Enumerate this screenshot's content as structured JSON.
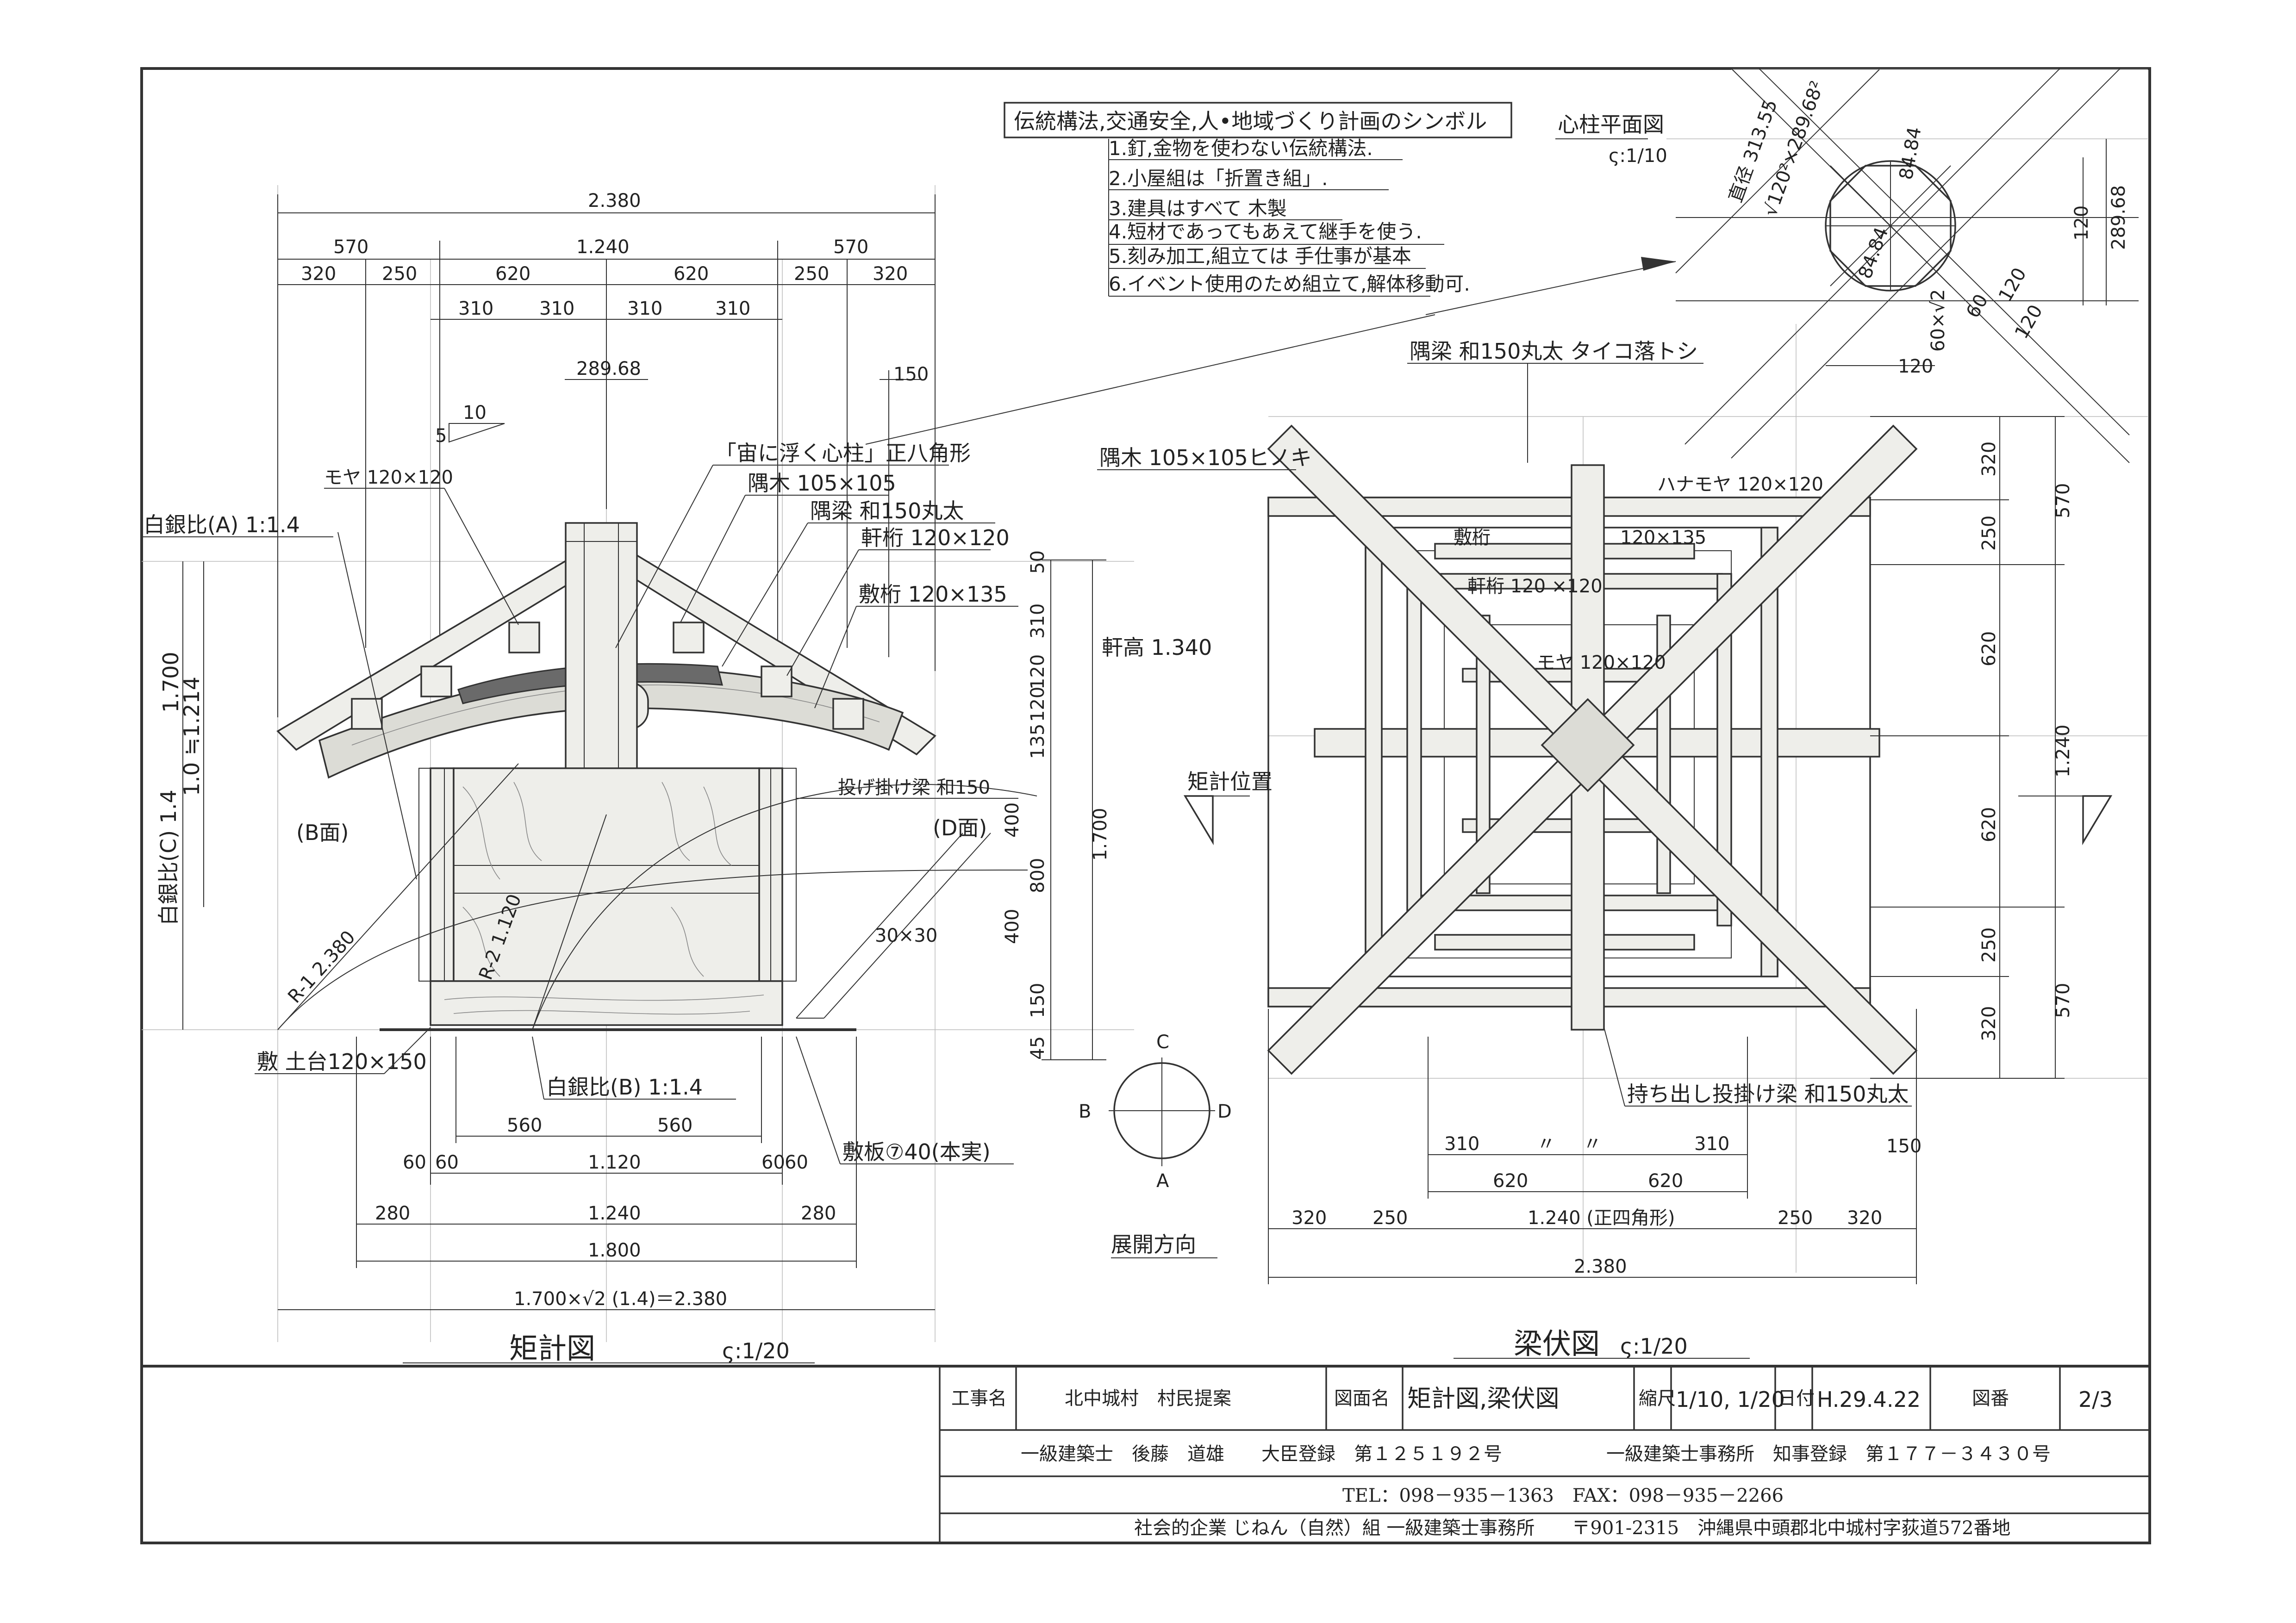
{
  "notes": {
    "title": "伝統構法,交通安全,人•地域づくり計画のシンボル",
    "items": [
      "1.釘,金物を使わない伝統構法.",
      "2.小屋組は「折置き組」.",
      "3.建具はすべて 木製",
      "4.短材であってもあえて継手を使う.",
      "5.刻み加工,組立ては 手仕事が基本",
      "6.イベント使用のため組立て,解体移動可."
    ]
  },
  "column_plan": {
    "title": "心柱平面図",
    "scale": "ς:1/10",
    "labels": [
      "直径 313.55",
      "√120²×289.68²",
      "84.84",
      "84.84",
      "120",
      "289.68",
      "120",
      "60×√2",
      "60",
      "120",
      "120"
    ]
  },
  "section_view": {
    "title": "矩計図",
    "scale": "ς:1/20",
    "top_dims": [
      "2.380",
      "570",
      "1.240",
      "570",
      "320",
      "250",
      "620",
      "620",
      "250",
      "320",
      "310",
      "310",
      "310",
      "310",
      "289.68",
      "150"
    ],
    "slope": [
      "10",
      "5"
    ],
    "labels": {
      "moya": "モヤ 120×120",
      "ratio_a": "白銀比(A) 1:1.4",
      "ratio_c": "白銀比(C) 1.4",
      "ratio_c_calc": "1.0 ≒1.214",
      "height_1700": "1.700",
      "shin_bashira": "「宙に浮く心柱」正八角形",
      "sumigi": "隅木 105×105",
      "sumi_hari": "隅梁 和150丸太",
      "nokigeta": "軒桁 120×120",
      "shikigeta": "敷桁 120×135",
      "nokidaka": "軒高 1.340",
      "nageire": "投げ掛け梁 和150",
      "face_b": "(B面)",
      "face_d": "(D面)",
      "r1": "R-1 2.380",
      "r2": "R-2 1.120",
      "sq": "30×30",
      "dodai": "敷 土台120×150",
      "ratio_b": "白銀比(B) 1:1.4",
      "shikiita": "敷板⑦40(本実)"
    },
    "right_dims": [
      "50",
      "310",
      "120",
      "120",
      "135",
      "400",
      "800",
      "400",
      "150",
      "45",
      "1.700"
    ],
    "bottom_dims": [
      "560",
      "560",
      "60",
      "60",
      "1.120",
      "60",
      "60",
      "280",
      "1.240",
      "280",
      "1.800",
      "1.700×√2 (1.4)＝2.380"
    ]
  },
  "orientation": {
    "title": "展開方向",
    "c": "C",
    "b": "B",
    "d": "D",
    "a": "A"
  },
  "plan_view": {
    "title": "梁伏図",
    "scale": "ς:1/20",
    "labels": {
      "sumi_hari": "隅梁 和150丸太 タイコ落トシ",
      "sumigi": "隅木 105×105ヒノキ",
      "hanamoya": "ハナモヤ 120×120",
      "shikigeta": "敷桁",
      "shikigeta_size": "120×135",
      "nokigeta": "軒桁 120 ×120",
      "moya": "モヤ 120×120",
      "kanabakari": "矩計位置",
      "mochidashi": "持ち出し投掛け梁 和150丸太"
    },
    "right_dims": [
      "320",
      "250",
      "620",
      "620",
      "250",
      "320",
      "570",
      "1.240",
      "570"
    ],
    "bottom_dims": [
      "310",
      "〃",
      "〃",
      "310",
      "150",
      "620",
      "620",
      "320",
      "250",
      "1.240 (正四角形)",
      "250",
      "320",
      "2.380"
    ]
  },
  "title_block": {
    "project_label": "工事名",
    "project": "北中城村　村民提案",
    "drawing_label": "図面名",
    "drawing": "矩計図,梁伏図",
    "scale_label": "縮尺",
    "scale": "1/10, 1/20",
    "date_label": "日付",
    "date": "H.29.4.22",
    "sheet_label": "図番",
    "sheet": "2/3",
    "architect": "一級建築士　後藤　道雄　　大臣登録　第１２５１９２号",
    "office": "一級建築士事務所　知事登録　第１７７－３４３０号",
    "tel": "TEL：098－935－1363　FAX：098－935－2266",
    "company": "社会的企業 じねん（自然）組 一級建築士事務所　　〒901-2315　沖縄県中頭郡北中城村字荻道572番地"
  }
}
